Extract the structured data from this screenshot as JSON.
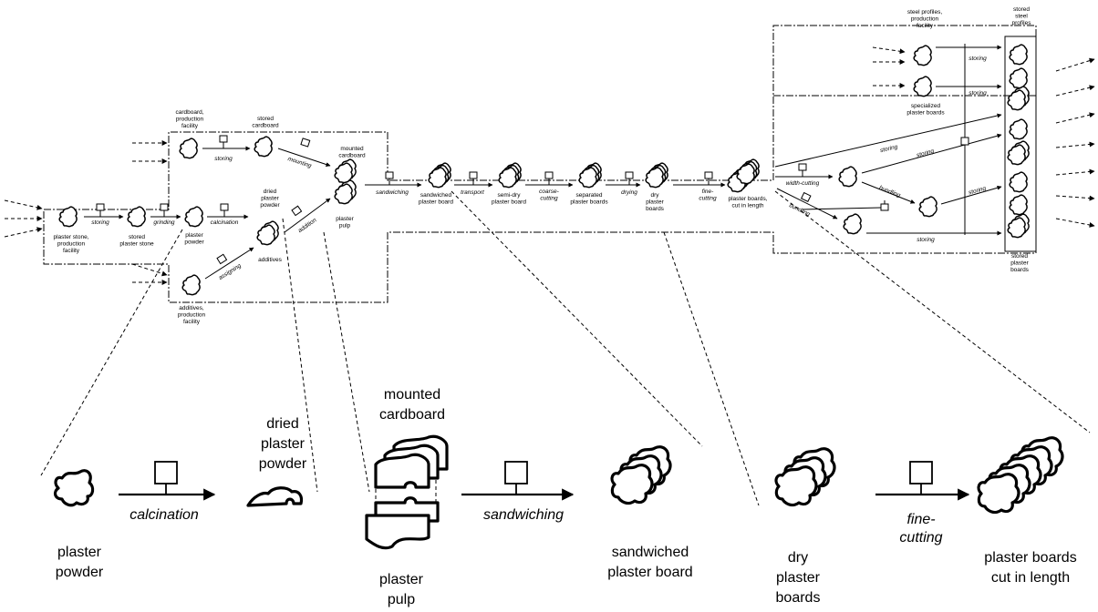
{
  "overview": {
    "nodes": {
      "plaster_stone": [
        "plaster stone,",
        "production",
        "facility"
      ],
      "stored_plaster_stone": [
        "stored",
        "plaster stone"
      ],
      "plaster_powder": [
        "plaster",
        "powder"
      ],
      "dried_plaster_powder": [
        "dried",
        "plaster",
        "powder"
      ],
      "additives": [
        "additives"
      ],
      "additives_facility": [
        "additives,",
        "production",
        "facility"
      ],
      "cardboard_facility": [
        "cardboard,",
        "production",
        "facility"
      ],
      "stored_cardboard": [
        "stored",
        "cardboard"
      ],
      "mounted_cardboard": [
        "mounted",
        "cardboard"
      ],
      "plaster_pulp": [
        "plaster",
        "pulp"
      ],
      "sandwiched": [
        "sandwiched",
        "plaster board"
      ],
      "semi_dry": [
        "semi-dry",
        "plaster board"
      ],
      "separated": [
        "separated",
        "plaster boards"
      ],
      "dry": [
        "dry",
        "plaster",
        "boards"
      ],
      "cut_in_length": [
        "plaster boards,",
        "cut in length"
      ],
      "steel_profiles": [
        "steel profiles,",
        "production",
        "facility"
      ],
      "specialized": [
        "specialized",
        "plaster boards"
      ],
      "stored_steel": [
        "stored",
        "steel",
        "profiles"
      ],
      "stored_boards": [
        "stored",
        "plaster",
        "boards"
      ]
    },
    "processes": {
      "storing": "storing",
      "grinding": "grinding",
      "calcination": "calcination",
      "assigning": "assigning",
      "addition": "addition",
      "mounting": "mounting",
      "sandwiching": "sandwiching",
      "transport": "transport",
      "coarse_cutting": [
        "coarse-",
        "cutting"
      ],
      "drying": "drying",
      "fine_cutting": [
        "fine-",
        "cutting"
      ],
      "width_cutting": "width-cutting",
      "bundling": "bundling"
    }
  },
  "zoom": {
    "plaster_powder": [
      "plaster",
      "powder"
    ],
    "calcination": "calcination",
    "dried_plaster_powder": [
      "dried",
      "plaster",
      "powder"
    ],
    "mounted_cardboard": [
      "mounted",
      "cardboard"
    ],
    "plaster_pulp": [
      "plaster",
      "pulp"
    ],
    "sandwiching": "sandwiching",
    "sandwiched": [
      "sandwiched",
      "plaster board"
    ],
    "dry_boards": [
      "dry",
      "plaster",
      "boards"
    ],
    "fine_cutting": [
      "fine-",
      "cutting"
    ],
    "cut_in_length": [
      "plaster boards",
      "cut in length"
    ]
  }
}
